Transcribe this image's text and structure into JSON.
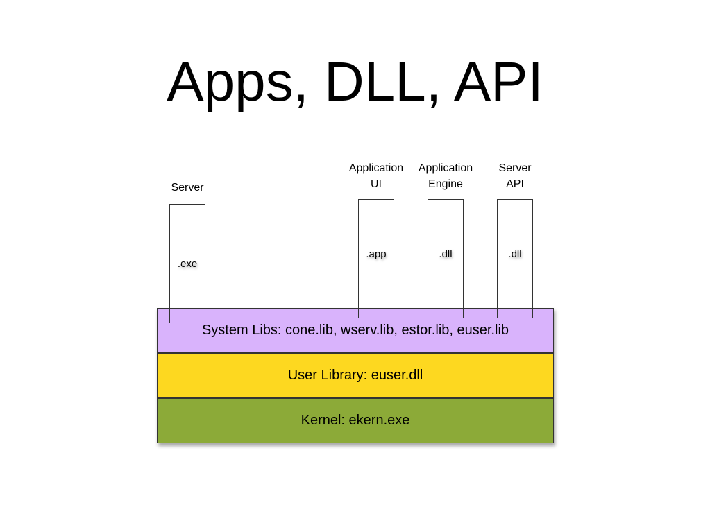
{
  "title": "Apps, DLL, API",
  "components": {
    "server": {
      "label": "Server",
      "ext": ".exe"
    },
    "app_ui": {
      "label": "Application\nUI",
      "ext": ".app"
    },
    "app_engine": {
      "label": "Application\nEngine",
      "ext": ".dll"
    },
    "server_api": {
      "label": "Server\nAPI",
      "ext": ".dll"
    }
  },
  "layers": {
    "system": {
      "label": "System Libs: cone.lib, wserv.lib, estor.lib, euser.lib",
      "color": "#D9B3FC"
    },
    "user": {
      "label": "User Library: euser.dll",
      "color": "#FDD820"
    },
    "kernel": {
      "label": "Kernel: ekern.exe",
      "color": "#8CAA38"
    }
  }
}
